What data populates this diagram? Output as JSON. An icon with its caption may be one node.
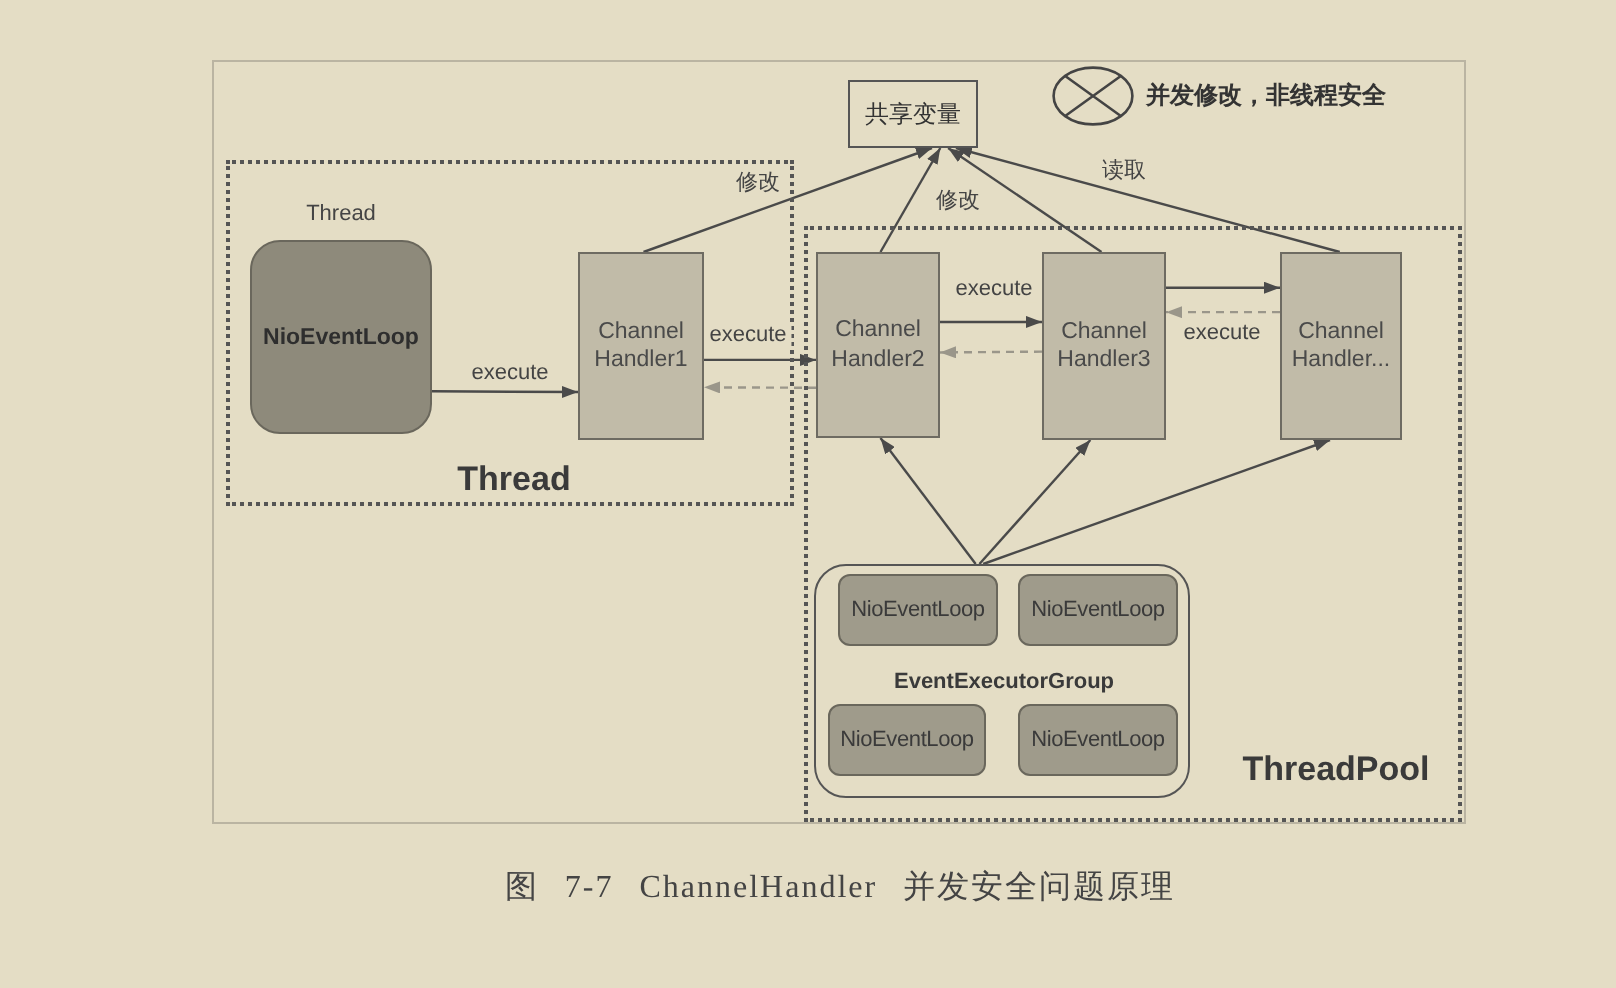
{
  "diagram": {
    "caption": "图 7-7 ChannelHandler 并发安全问题原理",
    "nodes": [
      {
        "text": [
          "Thread"
        ]
      },
      {
        "text": [
          "Thread",
          "NioEventLoop"
        ],
        "in": 0
      },
      {
        "text": [
          "Channel Handler1"
        ],
        "in": 0
      },
      {
        "text": [
          "共享变量"
        ]
      },
      {
        "text": [
          "ThreadPool"
        ]
      },
      {
        "text": [
          "Channel Handler2"
        ],
        "in": 4
      },
      {
        "text": [
          "Channel Handler3"
        ],
        "in": 4
      },
      {
        "text": [
          "Channel Handler..."
        ],
        "in": 4
      },
      {
        "text": [
          "EventExecutorGroup"
        ],
        "in": 4
      },
      {
        "text": [
          "NioEventLoop"
        ],
        "in": 8
      },
      {
        "text": [
          "NioEventLoop"
        ],
        "in": 8
      },
      {
        "text": [
          "NioEventLoop"
        ],
        "in": 8
      },
      {
        "text": [
          "NioEventLoop"
        ],
        "in": 8
      }
    ],
    "edges": [
      {
        "from": 1,
        "to": 2,
        "arrow": "to",
        "label": "execute"
      },
      {
        "from": 2,
        "to": 5,
        "arrow": "to",
        "label": "execute"
      },
      {
        "from": 5,
        "to": 2,
        "arrow": "to",
        "style": "dashed",
        "color": "#9a968a"
      },
      {
        "from": 5,
        "to": 6,
        "arrow": "to",
        "label": "execute"
      },
      {
        "from": 6,
        "to": 5,
        "arrow": "to",
        "style": "dashed",
        "color": "#9a968a"
      },
      {
        "from": 6,
        "to": 7,
        "arrow": "to"
      },
      {
        "from": 7,
        "to": 6,
        "arrow": "to",
        "label": "execute",
        "style": "dashed",
        "color": "#9a968a"
      },
      {
        "from": 2,
        "to": 3,
        "arrow": "to",
        "label": "修改"
      },
      {
        "from": 5,
        "to": 3,
        "arrow": "to",
        "label": "修改"
      },
      {
        "from": 6,
        "to": 3,
        "arrow": "to"
      },
      {
        "from": 7,
        "to": 3,
        "arrow": "to",
        "label": "读取"
      },
      {
        "from": 8,
        "to": 5,
        "arrow": "to"
      },
      {
        "from": 8,
        "to": 6,
        "arrow": "to"
      },
      {
        "from": 8,
        "to": 7,
        "arrow": "to"
      }
    ],
    "legend": [
      {
        "text": "并发修改，非线程安全"
      }
    ]
  }
}
